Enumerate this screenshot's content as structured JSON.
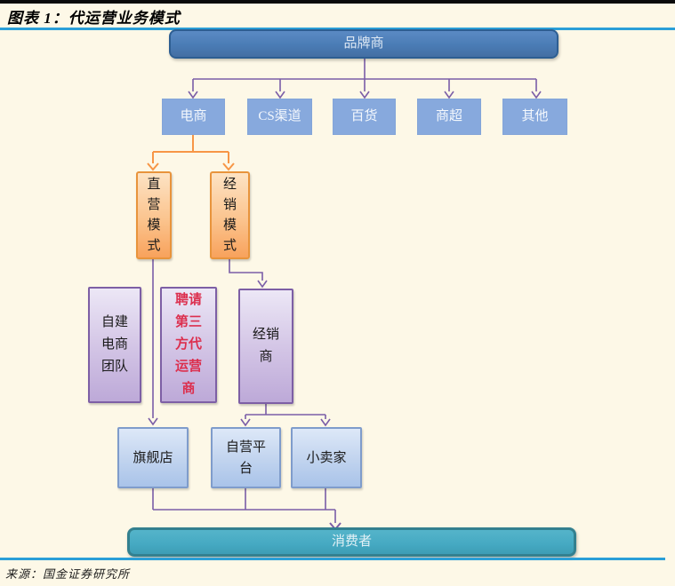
{
  "page": {
    "title": "图表 1：代运营业务模式",
    "source": "来源：国金证券研究所"
  },
  "colors": {
    "background": "#fdf8e7",
    "top_bar": "#0a0a0a",
    "rule_blue": "#2a9fd8",
    "brand_box_fill": "#4a7cb5",
    "brand_box_border": "#2d5e92",
    "channel_box_fill": "#87a9dd",
    "mode_box_fill": "#fbc48e",
    "mode_box_border": "#e8943c",
    "mid_box_fill": "#d4c6e6",
    "mid_box_border": "#7d5fa5",
    "store_box_fill": "#c3d5ef",
    "store_box_border": "#7f9ccb",
    "consumer_box_fill": "#45a9c2",
    "consumer_box_border": "#33808f",
    "connector_purple": "#7b5ea7",
    "connector_orange": "#f79646",
    "agency_text_red": "#dc2f4e"
  },
  "diagram": {
    "brand": "品牌商",
    "channels": [
      "电商",
      "CS渠道",
      "百货",
      "商超",
      "其他"
    ],
    "direct_mode": "直营模式",
    "distribution_mode": "经销模式",
    "own_team": "自建电商团队",
    "third_party_agency": "聘请第三方代运营商",
    "distributor": "经销商",
    "flagship_store": "旗舰店",
    "own_platform": "自营平台",
    "small_sellers": "小卖家",
    "consumer": "消费者"
  }
}
